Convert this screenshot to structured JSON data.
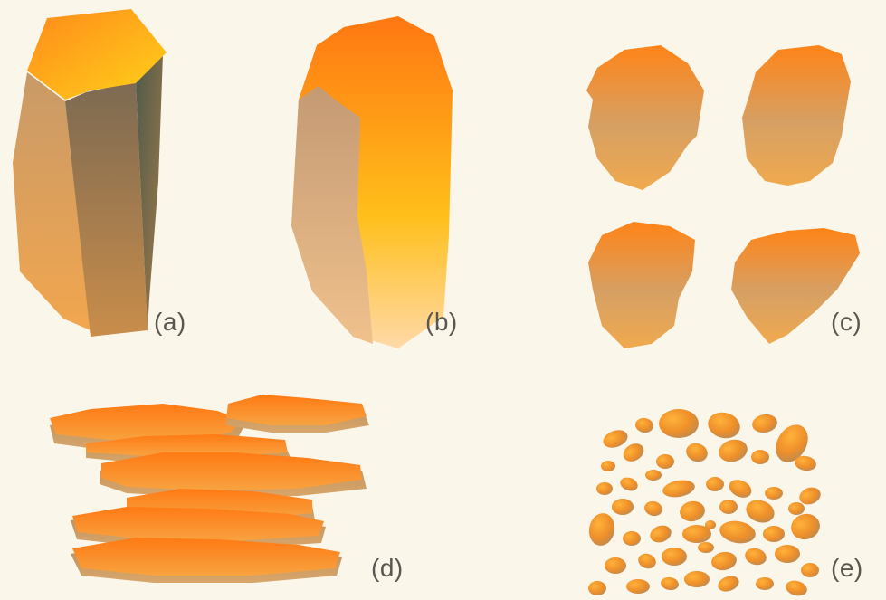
{
  "panels": {
    "a": {
      "label": "(a)"
    },
    "b": {
      "label": "(b)"
    },
    "c": {
      "label": "(c)"
    },
    "d": {
      "label": "(d)"
    },
    "e": {
      "label": "(e)"
    }
  },
  "colors": {
    "background": "#fbf6ea",
    "orange": "#ff7a12",
    "yellow": "#ffd21a",
    "tan": "#d99a5a",
    "shadow": "#6d6450"
  }
}
